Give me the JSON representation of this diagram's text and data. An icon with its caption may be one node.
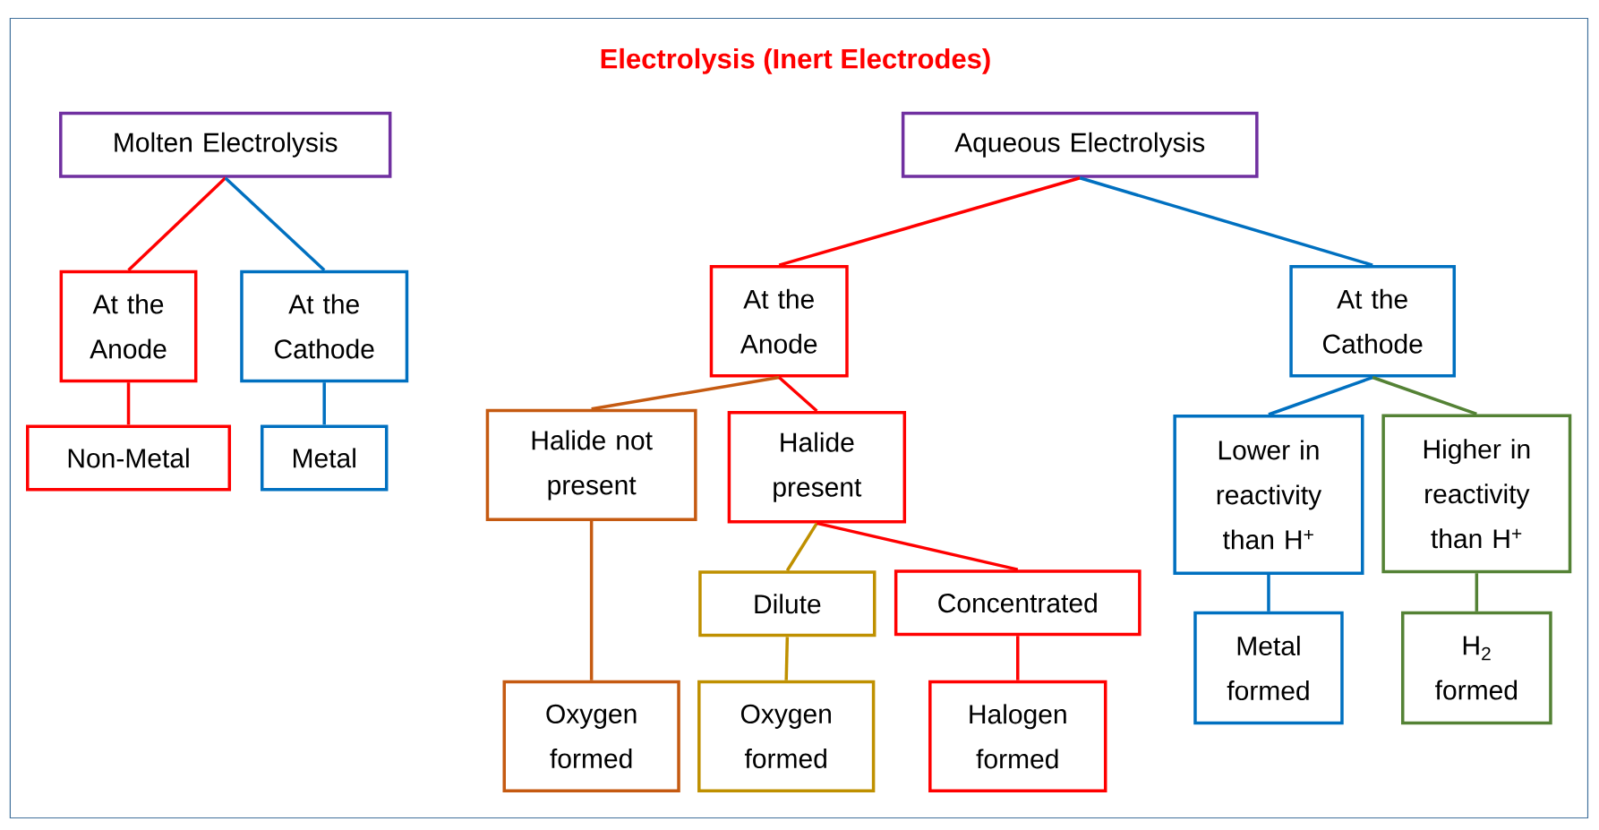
{
  "diagram": {
    "title": "Electrolysis (Inert Electrodes)",
    "nodes": [
      {
        "text": [
          "Molten Electrolysis"
        ]
      },
      {
        "text": [
          "At the Anode"
        ]
      },
      {
        "text": [
          "At the Cathode"
        ]
      },
      {
        "text": [
          "Non-Metal"
        ]
      },
      {
        "text": [
          "Metal"
        ]
      },
      {
        "text": [
          "Aqueous Electrolysis"
        ]
      },
      {
        "text": [
          "At the Anode"
        ]
      },
      {
        "text": [
          "At the Cathode"
        ]
      },
      {
        "text": [
          "Halide not present"
        ]
      },
      {
        "text": [
          "Halide present"
        ]
      },
      {
        "text": [
          "Lower in reactivity than H$^{+}$"
        ]
      },
      {
        "text": [
          "Higher in reactivity than H$^{+}$"
        ]
      },
      {
        "text": [
          "Dilute"
        ]
      },
      {
        "text": [
          "Concentrated"
        ]
      },
      {
        "text": [
          "Oxygen formed"
        ]
      },
      {
        "text": [
          "Oxygen formed"
        ]
      },
      {
        "text": [
          "Halogen formed"
        ]
      },
      {
        "text": [
          "Metal formed"
        ]
      },
      {
        "text": [
          "H$_{2}$ formed"
        ]
      }
    ],
    "edges": [
      {
        "from": 0,
        "to": 1,
        "arrow": "none",
        "color": "#ff0000"
      },
      {
        "from": 0,
        "to": 2,
        "arrow": "none",
        "color": "#0070c0"
      },
      {
        "from": 1,
        "to": 3,
        "arrow": "none",
        "color": "#ff0000"
      },
      {
        "from": 2,
        "to": 4,
        "arrow": "none",
        "color": "#0070c0"
      },
      {
        "from": 5,
        "to": 6,
        "arrow": "none",
        "color": "#ff0000"
      },
      {
        "from": 5,
        "to": 7,
        "arrow": "none",
        "color": "#0070c0"
      },
      {
        "from": 6,
        "to": 8,
        "arrow": "none",
        "color": "#c55a11"
      },
      {
        "from": 6,
        "to": 9,
        "arrow": "none",
        "color": "#ff0000"
      },
      {
        "from": 7,
        "to": 10,
        "arrow": "none",
        "color": "#0070c0"
      },
      {
        "from": 7,
        "to": 11,
        "arrow": "none",
        "color": "#548235"
      },
      {
        "from": 9,
        "to": 12,
        "arrow": "none",
        "color": "#bf9000"
      },
      {
        "from": 9,
        "to": 13,
        "arrow": "none",
        "color": "#ff0000"
      },
      {
        "from": 8,
        "to": 14,
        "arrow": "none",
        "color": "#c55a11"
      },
      {
        "from": 12,
        "to": 15,
        "arrow": "none",
        "color": "#bf9000"
      },
      {
        "from": 13,
        "to": 16,
        "arrow": "none",
        "color": "#ff0000"
      },
      {
        "from": 10,
        "to": 17,
        "arrow": "none",
        "color": "#0070c0"
      },
      {
        "from": 11,
        "to": 18,
        "arrow": "none",
        "color": "#548235"
      }
    ]
  }
}
